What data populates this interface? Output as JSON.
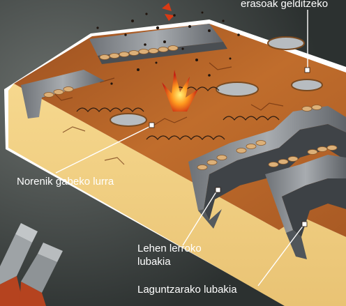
{
  "labels": {
    "top": "erasoak gelditzeko",
    "no_mans_land": "Norenik gabeko lurra",
    "front_line": "Lehen lerroko lubakia",
    "support_trench": "Laguntzarako lubakia"
  },
  "colors": {
    "background": "#2f3433",
    "ground": "#b8672a",
    "soil_side": "#f2cf80",
    "trench_wall": "#8d9197",
    "sandbag": "#dcb078",
    "leader": "#ffffff"
  }
}
